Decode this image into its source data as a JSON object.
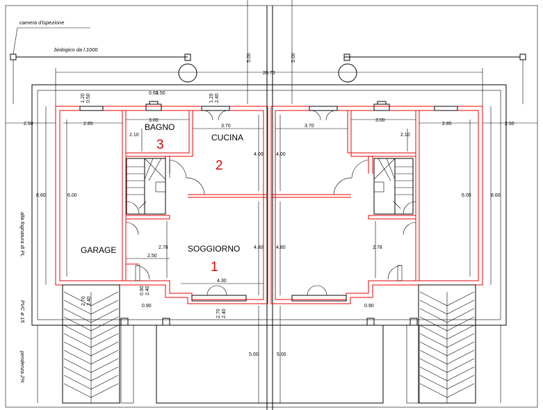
{
  "rooms": {
    "bagno": "BAGNO",
    "cucina": "CUCINA",
    "garage": "GARAGE",
    "soggiorno": "SOGGIORNO"
  },
  "room_numbers": {
    "one": "1",
    "two": "2",
    "three": "3"
  },
  "annotations": {
    "camera": "camera d'ispezione",
    "biologico": "biologico da l.1000",
    "fognatura": "alla fognatura di PL",
    "pvc": "PVC ø 15",
    "pendenza": "pendenza 2%"
  },
  "dimensions": {
    "total_width": "20.70",
    "top_setback": "5.00",
    "bottom_setback": "5.00",
    "side_setback": "2.50",
    "garage_width": "2.85",
    "bath_width": "3.00",
    "kitchen_width": "3.70",
    "living_width": "4.30",
    "living_depth": "4.80",
    "kitchen_depth": "4.00",
    "stair_width": "2.10",
    "garage_depth": "6.00",
    "house_depth": "8.60",
    "hall_width": "2.78",
    "entry_width": "2.50",
    "win_120": "1.20",
    "win_050": "0.50",
    "win_060": "0.60",
    "win_150": "1.50",
    "win_240": "2.40",
    "win_270": "2.70",
    "step_090": "0.90"
  },
  "colors": {
    "walls": "#e00000",
    "lines": "#000000",
    "room_numbers": "#dd0000"
  }
}
